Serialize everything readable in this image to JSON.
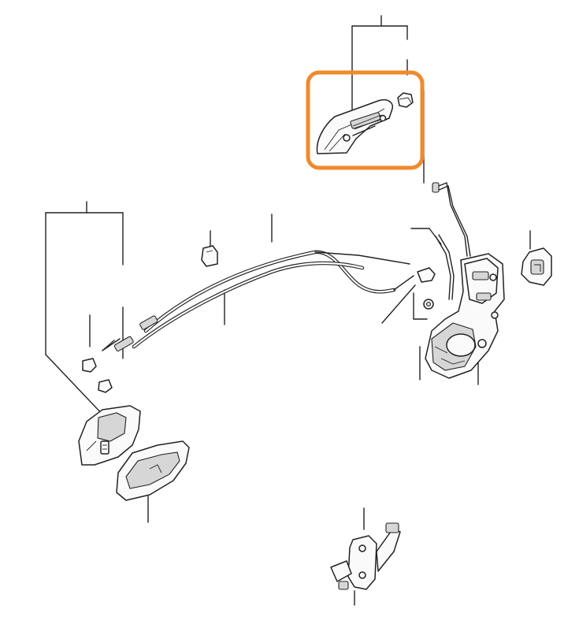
{
  "diagram": {
    "highlight_color": "#f08a2c",
    "line_color": "#222222",
    "background": "#ffffff",
    "parts": [
      "outer-handle",
      "handle-cap",
      "lock-rod",
      "door-lock-actuator",
      "striker",
      "release-cable",
      "lock-cable",
      "cable-clip",
      "inner-handle-bracket",
      "inner-handle",
      "door-check"
    ]
  }
}
